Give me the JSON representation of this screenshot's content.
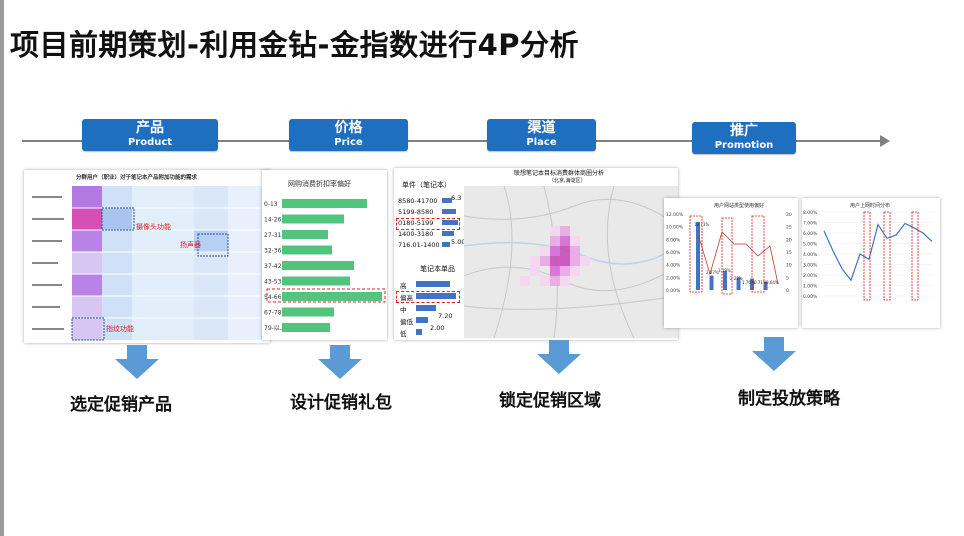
{
  "title": "项目前期策划-利用金钻-金指数进行4P分析",
  "phases": [
    {
      "cn": "产品",
      "en": "Product"
    },
    {
      "cn": "价格",
      "en": "Price"
    },
    {
      "cn": "渠道",
      "en": "Place"
    },
    {
      "cn": "推广",
      "en": "Promotion"
    }
  ],
  "captions": [
    "选定促销产品",
    "设计促销礼包",
    "锁定促销区域",
    "制定投放策略"
  ],
  "product_panel": {
    "title": "分群用户（职业）对于笔记本产品附加功能的需求",
    "annotations": [
      "摄像头功能",
      "扬声器",
      "指纹功能"
    ]
  },
  "price_panel": {
    "title": "网购消费折扣率偏好",
    "rows": [
      "0-13",
      "14-26",
      "27-31",
      "32-36",
      "37-42",
      "43-53",
      "54-66",
      "67-78",
      "79-以上"
    ],
    "values": [
      85,
      62,
      46,
      50,
      72,
      68,
      100,
      52,
      48
    ]
  },
  "place_panel": {
    "left_title": "单件（笔记本）",
    "price_bands": [
      "8580-41700",
      "5199-8580",
      "0180-5199",
      "1400-3180",
      "716.01-1400"
    ],
    "band_pct": [
      "6.3",
      "",
      "",
      "",
      "5.00"
    ],
    "left_title2": "笔记本单品",
    "grades": [
      "高",
      "偏高",
      "中",
      "偏低",
      "低"
    ],
    "grade_pct": [
      "",
      "",
      "",
      "7.20",
      "2.00"
    ],
    "map_title": "联想笔记本目标消费群体商圈分析",
    "map_subtitle": "（北京,海淀区）",
    "heat_colors": [
      "#f4d6f0",
      "#e7a8e4",
      "#d66ad5",
      "#c84bb8"
    ]
  },
  "promotion_panel": {
    "left_title": "用户网站类型使用偏好",
    "right_title": "用户上网时间分布",
    "left_yaxis": [
      "12.00%",
      "10.00%",
      "8.00%",
      "6.00%",
      "4.00%",
      "2.00%",
      "0.00%"
    ],
    "left_y2": [
      "30",
      "25",
      "20",
      "15",
      "10",
      "5",
      "0"
    ],
    "right_yaxis": [
      "8.00%",
      "7.00%",
      "6.00%",
      "5.00%",
      "4.00%",
      "3.00%",
      "2.00%",
      "1.00%",
      "0.00%"
    ],
    "bar_values": [
      10.73,
      2.27,
      3.0,
      2.0,
      1.8,
      1.3
    ],
    "bar_labels": [
      "10.73%",
      "2.27%",
      "3.19%",
      "2.22%",
      "1.76%",
      "0.71%",
      "0.64%"
    ],
    "line_values": [
      6.2,
      4.3,
      2.6,
      1.5,
      4.0,
      3.5,
      6.8,
      5.5,
      5.8,
      6.9,
      6.5,
      6.0,
      5.2
    ],
    "line_color": "#4472c4",
    "bar_color": "#4472c4"
  },
  "colors": {
    "phase_box": "#1f6fc1",
    "arrow": "#5b9bd5",
    "highlight": "#e02020"
  }
}
